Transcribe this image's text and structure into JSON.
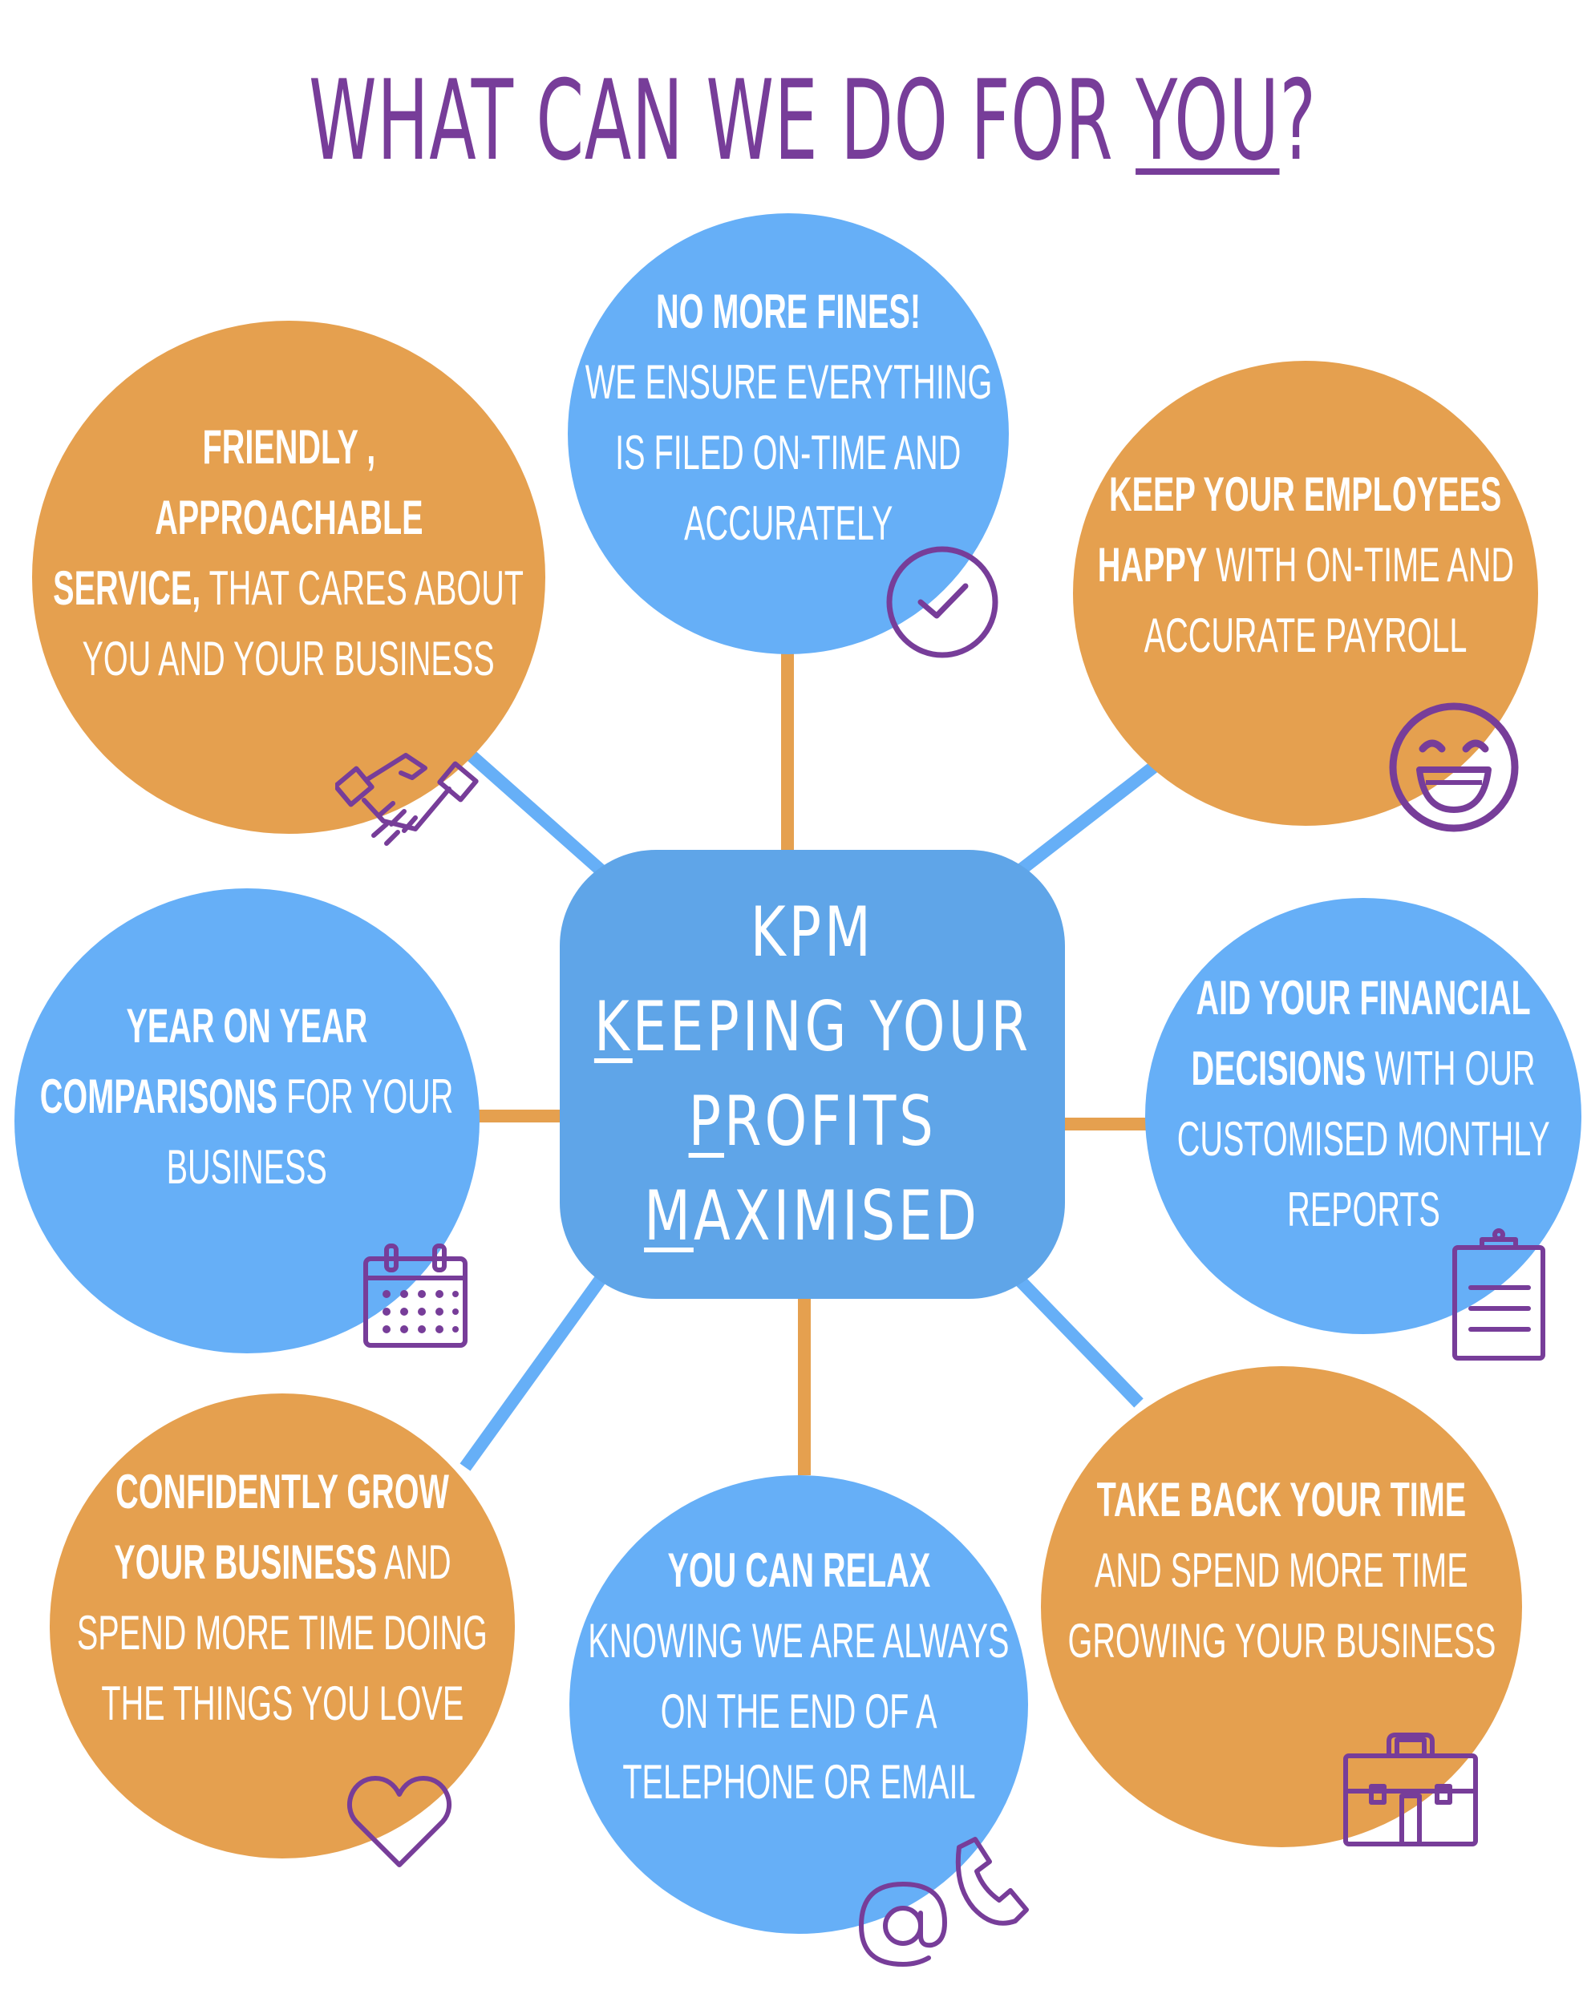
{
  "title": {
    "main": "WHAT CAN WE DO FOR ",
    "emphasis": "YOU",
    "end": "?"
  },
  "hub": {
    "heading": "KPM",
    "lines": [
      {
        "first": "K",
        "rest": "EEPING YOUR"
      },
      {
        "first": "P",
        "rest": "ROFITS"
      },
      {
        "first": "M",
        "rest": "AXIMISED"
      }
    ]
  },
  "nodes": {
    "fines": {
      "l1": "NO MORE FINES!",
      "l2": "WE ENSURE EVERYTHING",
      "l3": "IS FILED ON-TIME AND",
      "l4": "ACCURATELY",
      "icon": "checkmark-circle-icon"
    },
    "friendly": {
      "l1": "FRIENDLY ,",
      "l2": "APPROACHABLE",
      "l3a": "SERVICE,",
      "l3b": " THAT CARES ABOUT",
      "l4": "YOU AND YOUR BUSINESS",
      "icon": "handshake-icon"
    },
    "employees": {
      "l1": "KEEP YOUR EMPLOYEES",
      "l2a": "HAPPY",
      "l2b": " WITH ON-TIME AND",
      "l3": "ACCURATE PAYROLL",
      "icon": "smiley-face-icon"
    },
    "year": {
      "l1": "YEAR ON YEAR",
      "l2a": "COMPARISONS",
      "l2b": " FOR YOUR",
      "l3": "BUSINESS",
      "icon": "calendar-icon"
    },
    "financial": {
      "l1": "AID YOUR FINANCIAL",
      "l2a": "DECISIONS",
      "l2b": " WITH OUR",
      "l3": "CUSTOMISED MONTHLY",
      "l4": "REPORTS",
      "icon": "clipboard-icon"
    },
    "grow": {
      "l1": "CONFIDENTLY GROW",
      "l2a": "YOUR BUSINESS",
      "l2b": " AND",
      "l3": "SPEND MORE TIME DOING",
      "l4": "THE THINGS YOU LOVE",
      "icon": "heart-icon"
    },
    "relax": {
      "l1": "YOU CAN RELAX",
      "l2": "KNOWING WE ARE ALWAYS",
      "l3": "ON THE END OF A",
      "l4": "TELEPHONE OR EMAIL",
      "icon": "at-sign-phone-icon"
    },
    "time": {
      "l1": "TAKE BACK YOUR TIME",
      "l2": "AND SPEND MORE TIME",
      "l3": "GROWING YOUR BUSINESS",
      "icon": "briefcase-icon"
    }
  },
  "colors": {
    "title": "#773d99",
    "orange": "#e5a04f",
    "blue": "#66aff7",
    "hub": "#5fa5e8",
    "icon": "#773d99"
  }
}
